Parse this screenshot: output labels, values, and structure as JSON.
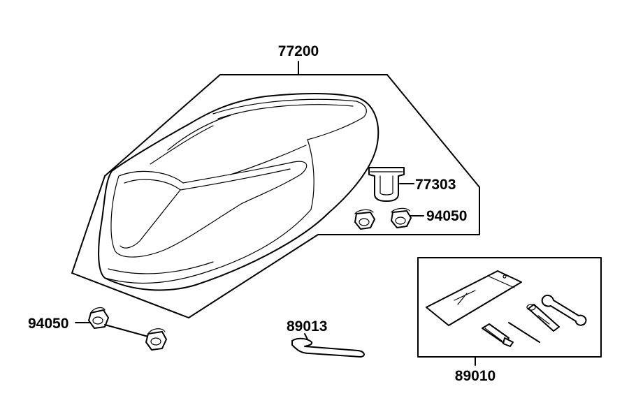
{
  "diagram": {
    "parts": {
      "seat_assembly": "77200",
      "seat_hook": "77303",
      "nut_upper": "94050",
      "nut_lower": "94050",
      "hook_wrench": "89013",
      "tool_kit": "89010"
    },
    "colors": {
      "line": "#000000",
      "background": "#ffffff"
    }
  }
}
